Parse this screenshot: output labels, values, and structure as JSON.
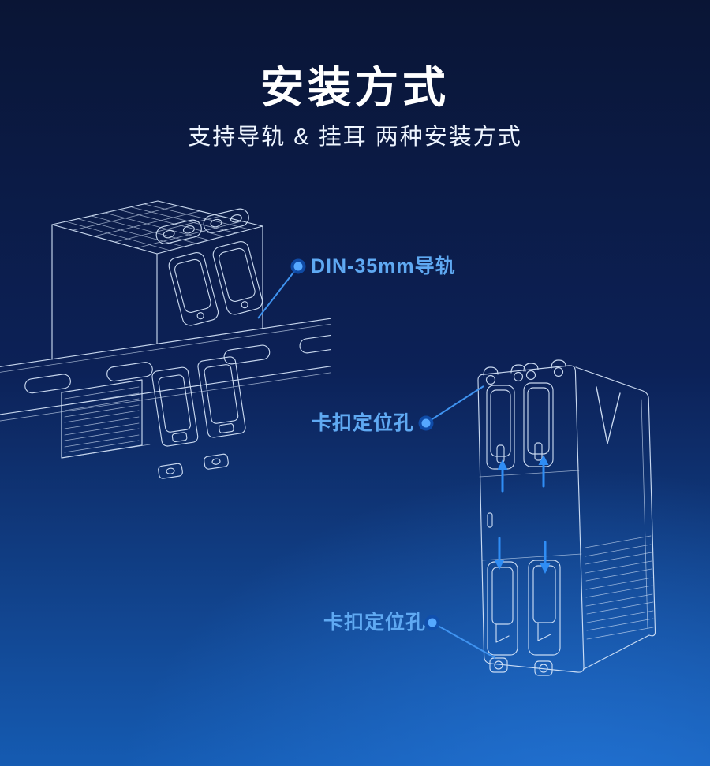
{
  "page": {
    "title": "安装方式",
    "subtitle": "支持导轨 & 挂耳 两种安装方式"
  },
  "annotations": {
    "din_rail": "DIN-35mm导轨",
    "clip_hole_top": "卡扣定位孔",
    "clip_hole_bottom": "卡扣定位孔"
  },
  "colors": {
    "background_top": "#0a1535",
    "background_bottom": "#155bb2",
    "title_text": "#ffffff",
    "label_text": "#5fa9f2",
    "wireframe_line": "#d8e7fb",
    "accent_arrow": "#2f8df5",
    "leader_line": "#3f93f0"
  }
}
